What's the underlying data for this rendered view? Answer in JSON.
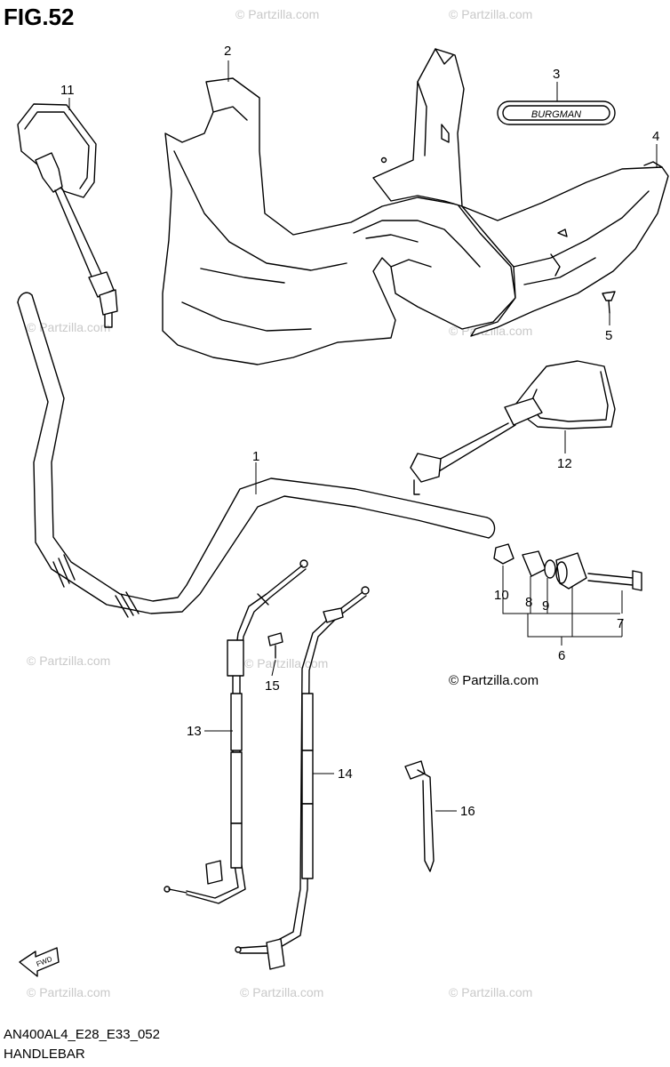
{
  "figure": {
    "title": "FIG.52",
    "code": "AN400AL4_E28_E33_052",
    "name": "HANDLEBAR",
    "copyright": "© Partzilla.com",
    "watermark": "© Partzilla.com",
    "badge_text": "BURGMAN",
    "badge_arrow_text": "FWD"
  },
  "callouts": {
    "c1": "1",
    "c2": "2",
    "c3": "3",
    "c4": "4",
    "c5": "5",
    "c6": "6",
    "c7": "7",
    "c8": "8",
    "c9": "9",
    "c10": "10",
    "c11": "11",
    "c12": "12",
    "c13": "13",
    "c14": "14",
    "c15": "15",
    "c16": "16"
  },
  "colors": {
    "line": "#000000",
    "watermark": "#c9c9c9",
    "background": "#ffffff"
  }
}
